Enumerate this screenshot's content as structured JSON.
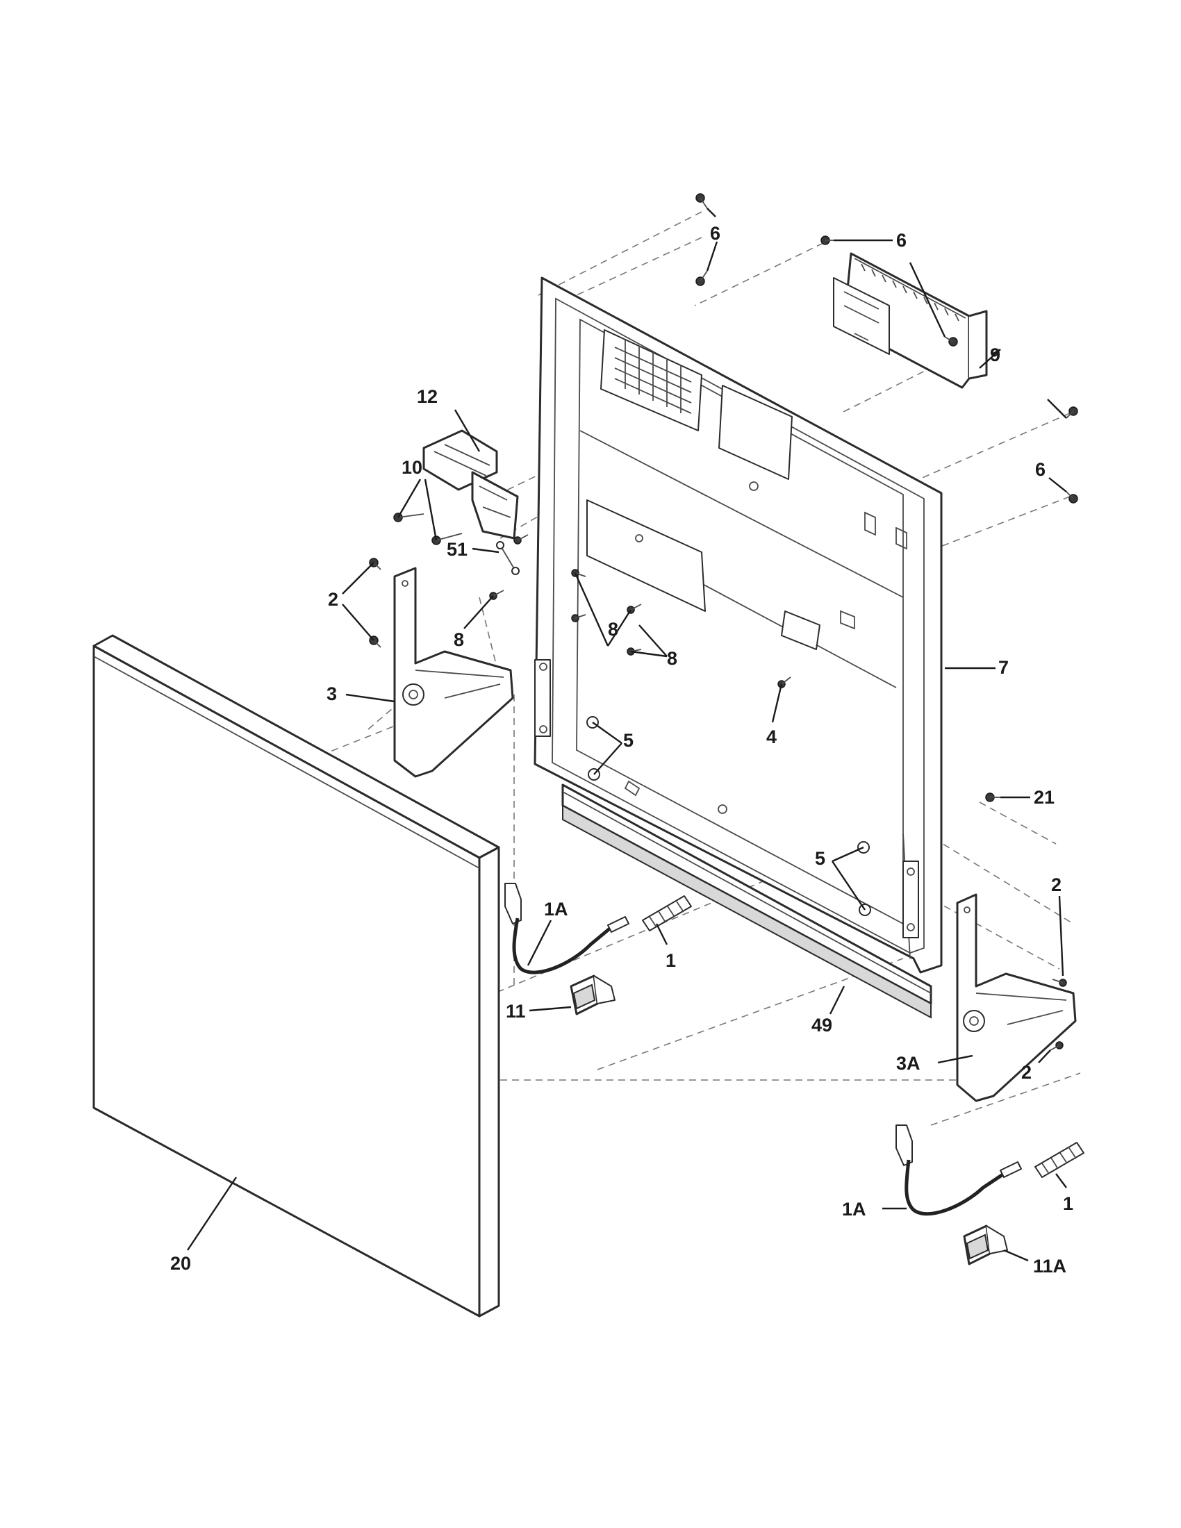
{
  "callouts": {
    "c6a": "6",
    "c6b": "6",
    "c6c": "6",
    "c9": "9",
    "c12": "12",
    "c10": "10",
    "c51": "51",
    "c2a": "2",
    "c8a": "8",
    "c8b": "8",
    "c8c": "8",
    "c3": "3",
    "c7": "7",
    "c4": "4",
    "c5a": "5",
    "c21": "21",
    "c5b": "5",
    "c2b": "2",
    "c1a_left": "1A",
    "c1_left": "1",
    "c11": "11",
    "c49": "49",
    "c3a": "3A",
    "c2c": "2",
    "c1a_right": "1A",
    "c1_right": "1",
    "c11a": "11A",
    "c20": "20"
  }
}
